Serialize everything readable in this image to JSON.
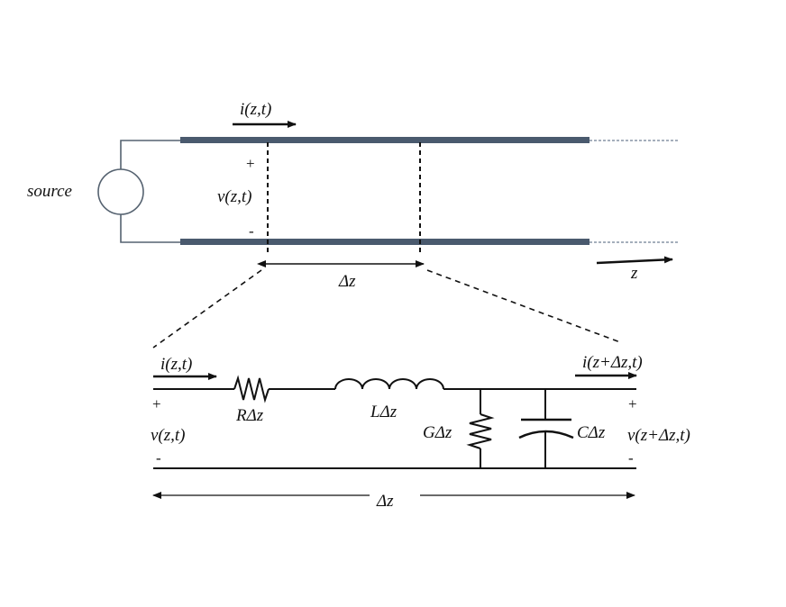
{
  "colors": {
    "line_conductor": "#4a5a6e",
    "ink": "#111111",
    "source_outline": "#556270",
    "stub_dashed": "#6f7f93"
  },
  "top": {
    "source_label": "source",
    "current_label": "i(z,t)",
    "plus": "+",
    "voltage_label": "v(z,t)",
    "minus": "-",
    "segment_label": "Δz",
    "axis_label": "z"
  },
  "circuit": {
    "current_in": "i(z,t)",
    "current_out": "i(z+Δz,t)",
    "plus_left": "+",
    "plus_right": "+",
    "minus_left": "-",
    "minus_right": "-",
    "voltage_in": "v(z,t)",
    "voltage_out": "v(z+Δz,t)",
    "resistor": "RΔz",
    "inductor": "LΔz",
    "conductance": "GΔz",
    "capacitor": "CΔz",
    "segment_label": "Δz"
  }
}
